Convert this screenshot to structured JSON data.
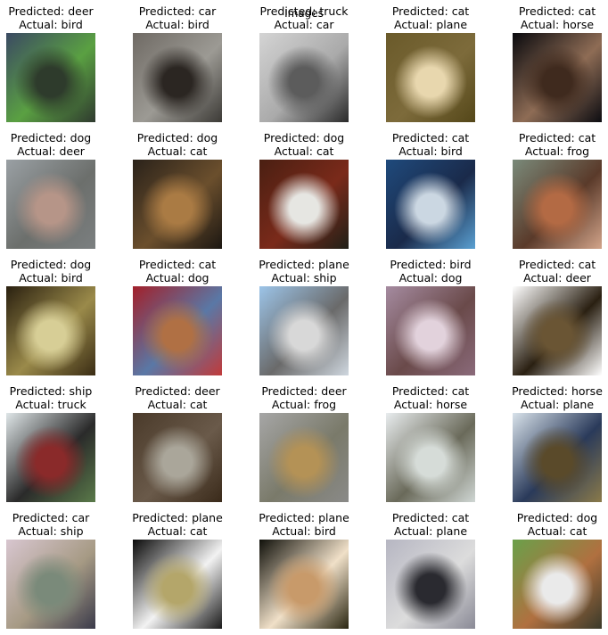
{
  "figure": {
    "title": "Images"
  },
  "grid": [
    {
      "predicted": "Predicted: deer",
      "actual": "Actual: bird",
      "colors": [
        "#3b4a63",
        "#2e3b2c",
        "#5aa042",
        "#2f3a2f"
      ]
    },
    {
      "predicted": "Predicted: car",
      "actual": "Actual: bird",
      "colors": [
        "#6f6a64",
        "#2b2622",
        "#9c9a94",
        "#3c3a36"
      ]
    },
    {
      "predicted": "Predicted: truck",
      "actual": "Actual: car",
      "colors": [
        "#d4d4d4",
        "#5c5c5c",
        "#aaaaaa",
        "#2a2a2a"
      ]
    },
    {
      "predicted": "Predicted: cat",
      "actual": "Actual: plane",
      "colors": [
        "#6a5a2a",
        "#e8d7ae",
        "#7d6b3b",
        "#544719"
      ]
    },
    {
      "predicted": "Predicted: cat",
      "actual": "Actual: horse",
      "colors": [
        "#0a0a0e",
        "#3f2a1e",
        "#8e6c55",
        "#0c0c11"
      ]
    },
    {
      "predicted": "Predicted: dog",
      "actual": "Actual: deer",
      "colors": [
        "#9aa0a4",
        "#b69588",
        "#6c6f6c",
        "#7b7f80"
      ]
    },
    {
      "predicted": "Predicted: dog",
      "actual": "Actual: cat",
      "colors": [
        "#2a221a",
        "#aa7b44",
        "#6b4f2d",
        "#1c1712"
      ]
    },
    {
      "predicted": "Predicted: dog",
      "actual": "Actual: cat",
      "colors": [
        "#4a1f12",
        "#e6e6e2",
        "#7a2a1a",
        "#202018"
      ]
    },
    {
      "predicted": "Predicted: cat",
      "actual": "Actual: bird",
      "colors": [
        "#1f4a7c",
        "#cbd7e2",
        "#1a2a4a",
        "#5aa0d2"
      ]
    },
    {
      "predicted": "Predicted: cat",
      "actual": "Actual: frog",
      "colors": [
        "#7a8a7a",
        "#b36a44",
        "#5a3a2a",
        "#d2a48a"
      ]
    },
    {
      "predicted": "Predicted: dog",
      "actual": "Actual: bird",
      "colors": [
        "#2a2010",
        "#d7ce96",
        "#9a8a4a",
        "#3a2c14"
      ]
    },
    {
      "predicted": "Predicted: cat",
      "actual": "Actual: dog",
      "colors": [
        "#a2202a",
        "#b07044",
        "#5a78a6",
        "#c13a3a"
      ]
    },
    {
      "predicted": "Predicted: plane",
      "actual": "Actual: ship",
      "colors": [
        "#9cc4e8",
        "#d8d8d8",
        "#6a6a6a",
        "#cfd7df"
      ]
    },
    {
      "predicted": "Predicted: bird",
      "actual": "Actual: dog",
      "colors": [
        "#a58ba0",
        "#e2d2dc",
        "#6a4a4a",
        "#8a6a7a"
      ]
    },
    {
      "predicted": "Predicted: cat",
      "actual": "Actual: deer",
      "colors": [
        "#ffffff",
        "#6a5534",
        "#2a2012",
        "#ffffff"
      ]
    },
    {
      "predicted": "Predicted: ship",
      "actual": "Actual: truck",
      "colors": [
        "#dfe6e8",
        "#8a2a2a",
        "#2a2a2a",
        "#5a7a4a"
      ]
    },
    {
      "predicted": "Predicted: deer",
      "actual": "Actual: cat",
      "colors": [
        "#4a3a2a",
        "#aaa69a",
        "#6a5a4a",
        "#3a2a1a"
      ]
    },
    {
      "predicted": "Predicted: deer",
      "actual": "Actual: frog",
      "colors": [
        "#a6a6a6",
        "#b49256",
        "#7a7a6a",
        "#8a8a88"
      ]
    },
    {
      "predicted": "Predicted: cat",
      "actual": "Actual: horse",
      "colors": [
        "#e8ecee",
        "#d6dcd8",
        "#6a6a5a",
        "#cfd6d3"
      ]
    },
    {
      "predicted": "Predicted: horse",
      "actual": "Actual: plane",
      "colors": [
        "#d8e2ea",
        "#5a4a2a",
        "#2a3a5a",
        "#8a7a4a"
      ]
    },
    {
      "predicted": "Predicted: car",
      "actual": "Actual: ship",
      "colors": [
        "#d8c6d0",
        "#7a8a7a",
        "#a69a84",
        "#3a3a4a"
      ]
    },
    {
      "predicted": "Predicted: plane",
      "actual": "Actual: cat",
      "colors": [
        "#0a0a0a",
        "#b4a66a",
        "#f2f2f2",
        "#1a1a1a"
      ]
    },
    {
      "predicted": "Predicted: plane",
      "actual": "Actual: bird",
      "colors": [
        "#10100a",
        "#c89a6a",
        "#f0e0c8",
        "#2a2612"
      ]
    },
    {
      "predicted": "Predicted: cat",
      "actual": "Actual: plane",
      "colors": [
        "#b6b6c2",
        "#2a2a30",
        "#dcdcdc",
        "#8a8a96"
      ]
    },
    {
      "predicted": "Predicted: dog",
      "actual": "Actual: cat",
      "colors": [
        "#6aa04a",
        "#eaeaea",
        "#b07040",
        "#3a3a2a"
      ]
    }
  ]
}
